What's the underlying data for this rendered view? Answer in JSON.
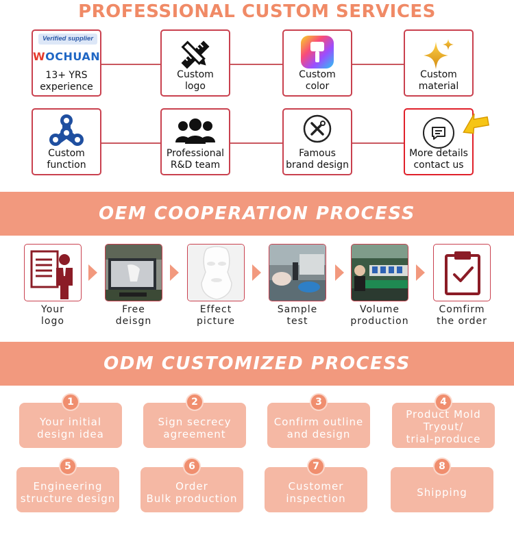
{
  "header": {
    "title": "PROFESSIONAL CUSTOM SERVICES"
  },
  "services": [
    {
      "badge": "Verified supplier",
      "brand_first": "W",
      "brand_rest": "OCHUAN",
      "line1": "13+ YRS",
      "line2": "experience",
      "icon": "company-badge"
    },
    {
      "line1": "Custom",
      "line2": "logo",
      "icon": "pencil-ruler-icon"
    },
    {
      "line1": "Custom",
      "line2": "color",
      "icon": "paint-brush-icon"
    },
    {
      "line1": "Custom",
      "line2": "material",
      "icon": "sparkle-icon"
    },
    {
      "line1": "Custom",
      "line2": "function",
      "icon": "fidget-spinner-icon"
    },
    {
      "line1": "Professional",
      "line2": "R&D team",
      "icon": "team-icon"
    },
    {
      "line1": "Famous",
      "line2": "brand design",
      "icon": "tools-icon"
    },
    {
      "line1": "More details",
      "line2": "contact us",
      "icon": "chat-icon"
    }
  ],
  "oem": {
    "title": "OEM COOPERATION PROCESS",
    "steps": [
      {
        "line1": "Your",
        "line2": "logo"
      },
      {
        "line1": "Free",
        "line2": "deisgn"
      },
      {
        "line1": "Effect",
        "line2": "picture"
      },
      {
        "line1": "Sample",
        "line2": "test"
      },
      {
        "line1": "Volume",
        "line2": "production"
      },
      {
        "line1": "Comfirm",
        "line2": "the order"
      }
    ]
  },
  "odm": {
    "title": "ODM CUSTOMIZED PROCESS",
    "steps": [
      {
        "num": "1",
        "lines": [
          "Your initial",
          "design idea"
        ]
      },
      {
        "num": "2",
        "lines": [
          "Sign secrecy",
          "agreement"
        ]
      },
      {
        "num": "3",
        "lines": [
          "Confirm outline",
          "and design"
        ]
      },
      {
        "num": "4",
        "lines": [
          "Product Mold",
          "Tryout/",
          "trial-produce"
        ]
      },
      {
        "num": "5",
        "lines": [
          "Engineering",
          "structure design"
        ]
      },
      {
        "num": "6",
        "lines": [
          "Order",
          "Bulk production"
        ]
      },
      {
        "num": "7",
        "lines": [
          "Customer",
          "inspection"
        ]
      },
      {
        "num": "8",
        "lines": [
          "Shipping"
        ]
      }
    ]
  },
  "colors": {
    "accent": "#f2997e",
    "title": "#f08a66",
    "border": "#c9404e",
    "odm_box": "#f5b8a4"
  }
}
